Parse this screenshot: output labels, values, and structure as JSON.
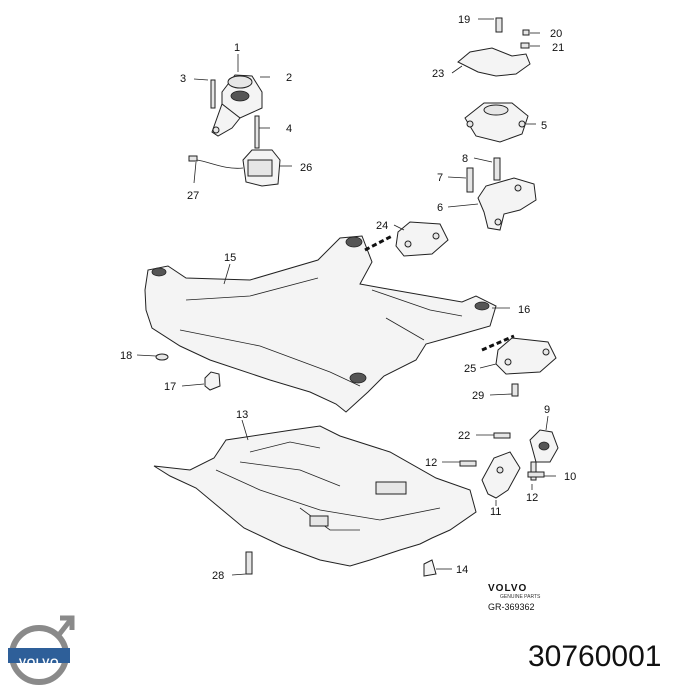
{
  "callouts": [
    {
      "label": "1"
    },
    {
      "label": "2"
    },
    {
      "label": "3"
    },
    {
      "label": "4"
    },
    {
      "label": "26"
    },
    {
      "label": "27"
    },
    {
      "label": "19"
    },
    {
      "label": "20"
    },
    {
      "label": "21"
    },
    {
      "label": "23"
    },
    {
      "label": "5"
    },
    {
      "label": "8"
    },
    {
      "label": "7"
    },
    {
      "label": "6"
    },
    {
      "label": "24"
    },
    {
      "label": "15"
    },
    {
      "label": "16"
    },
    {
      "label": "18"
    },
    {
      "label": "17"
    },
    {
      "label": "25"
    },
    {
      "label": "29"
    },
    {
      "label": "13"
    },
    {
      "label": "9"
    },
    {
      "label": "22"
    },
    {
      "label": "12"
    },
    {
      "label": "10"
    },
    {
      "label": "12"
    },
    {
      "label": "11"
    },
    {
      "label": "28"
    },
    {
      "label": "14"
    }
  ],
  "brand": {
    "text": "VOLVO",
    "subtext": "GENUINE PARTS",
    "ref_code": "GR-369362"
  },
  "logo": {
    "word": "VOLVO",
    "ring_color": "#8a8a8a",
    "bar_color": "#2e5f99"
  },
  "part_number": "30760001"
}
